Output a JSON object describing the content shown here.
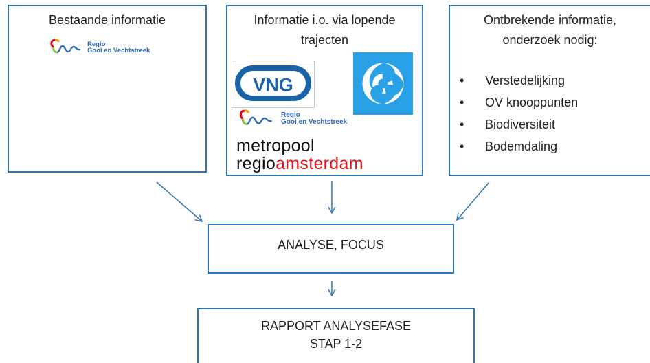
{
  "boxes": {
    "existing": {
      "title": "Bestaande informatie"
    },
    "ongoing": {
      "title_line1": "Informatie i.o. via lopende",
      "title_line2": "trajecten"
    },
    "missing": {
      "title_line1": "Ontbrekende informatie,",
      "title_line2": "onderzoek nodig:",
      "bullet": "•",
      "items": [
        "Verstedelijking",
        "OV knooppunten",
        "Biodiversiteit",
        "Bodemdaling"
      ]
    },
    "analyse": {
      "title": "ANALYSE, FOCUS"
    },
    "rapport": {
      "title_line1": "RAPPORT ANALYSEFASE",
      "title_line2": "STAP 1-2"
    }
  },
  "logos": {
    "regio": {
      "line1": "Regio",
      "line2": "Gooi en Vechtstreek",
      "icon": "regio-wave-logo"
    },
    "vng": {
      "text": "VNG",
      "color": "#1a63a8"
    },
    "waterschap": {
      "icon": "swirl-logo",
      "color": "#2aa0e6"
    },
    "mra": {
      "line1": "metropool",
      "line2_a": "regio",
      "line2_b": "amsterdam",
      "accent": "#e4121b"
    }
  },
  "colors": {
    "border": "#2e75b6",
    "arrow": "#2e75b6"
  }
}
